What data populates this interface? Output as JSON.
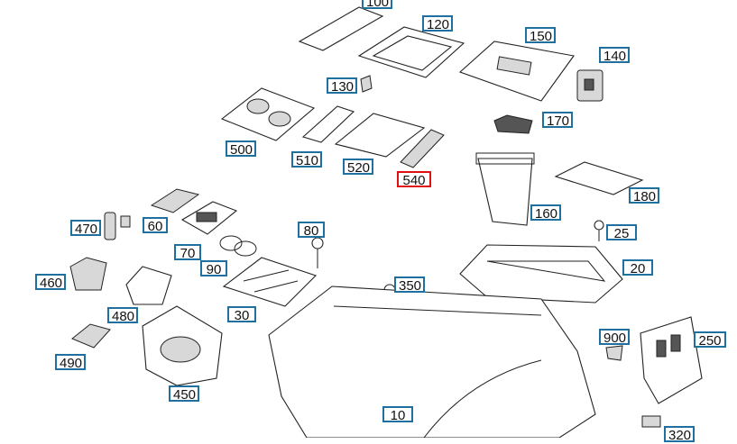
{
  "diagram": {
    "selected_part": "540",
    "callouts": [
      {
        "id": "c100",
        "label": "100"
      },
      {
        "id": "c120",
        "label": "120"
      },
      {
        "id": "c150",
        "label": "150"
      },
      {
        "id": "c140",
        "label": "140"
      },
      {
        "id": "c130",
        "label": "130"
      },
      {
        "id": "c170",
        "label": "170"
      },
      {
        "id": "c500",
        "label": "500"
      },
      {
        "id": "c510",
        "label": "510"
      },
      {
        "id": "c520",
        "label": "520"
      },
      {
        "id": "c540",
        "label": "540"
      },
      {
        "id": "c160",
        "label": "160"
      },
      {
        "id": "c180",
        "label": "180"
      },
      {
        "id": "c470",
        "label": "470"
      },
      {
        "id": "c60",
        "label": "60"
      },
      {
        "id": "c80",
        "label": "80"
      },
      {
        "id": "c25",
        "label": "25"
      },
      {
        "id": "c70",
        "label": "70"
      },
      {
        "id": "c90",
        "label": "90"
      },
      {
        "id": "c20",
        "label": "20"
      },
      {
        "id": "c460",
        "label": "460"
      },
      {
        "id": "c350",
        "label": "350"
      },
      {
        "id": "c480",
        "label": "480"
      },
      {
        "id": "c30",
        "label": "30"
      },
      {
        "id": "c900",
        "label": "900"
      },
      {
        "id": "c250",
        "label": "250"
      },
      {
        "id": "c490",
        "label": "490"
      },
      {
        "id": "c450",
        "label": "450"
      },
      {
        "id": "c10",
        "label": "10"
      },
      {
        "id": "c320",
        "label": "320"
      }
    ]
  }
}
